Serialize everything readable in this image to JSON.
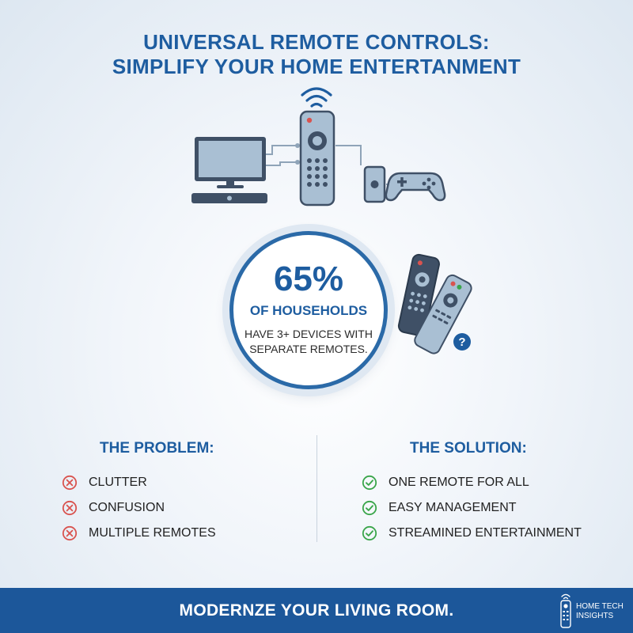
{
  "title": {
    "line1": "UNIVERSAL REMOTE CONTROLS:",
    "line2": "SIMPLIFY YOUR HOME ENTERTANMENT"
  },
  "stat": {
    "value": "65%",
    "label": "OF HOUSEHOLDS",
    "desc_line1": "HAVE 3+ DEVICES WITH",
    "desc_line2": "SEPARATE REMOTES."
  },
  "problem": {
    "title": "THE PROBLEM:",
    "items": [
      "CLUTTER",
      "CONFUSION",
      "MULTIPLE REMOTES"
    ],
    "icon": "x-circle-icon",
    "color": "#d9534f"
  },
  "solution": {
    "title": "THE SOLUTION:",
    "items": [
      "ONE REMOTE FOR ALL",
      "EASY MANAGEMENT",
      "STREAMINED ENTERTAINMENT"
    ],
    "icon": "check-circle-icon",
    "color": "#3aa54a"
  },
  "footer": {
    "cta": "MODERNZE YOUR LIVING ROOM.",
    "brand_line1": "HOME TECH",
    "brand_line2": "INSIGHTS"
  },
  "colors": {
    "primary": "#1e5da0",
    "device_fill": "#a9bfd3",
    "device_dark": "#3f5066",
    "footer_bg": "#1c579a"
  }
}
